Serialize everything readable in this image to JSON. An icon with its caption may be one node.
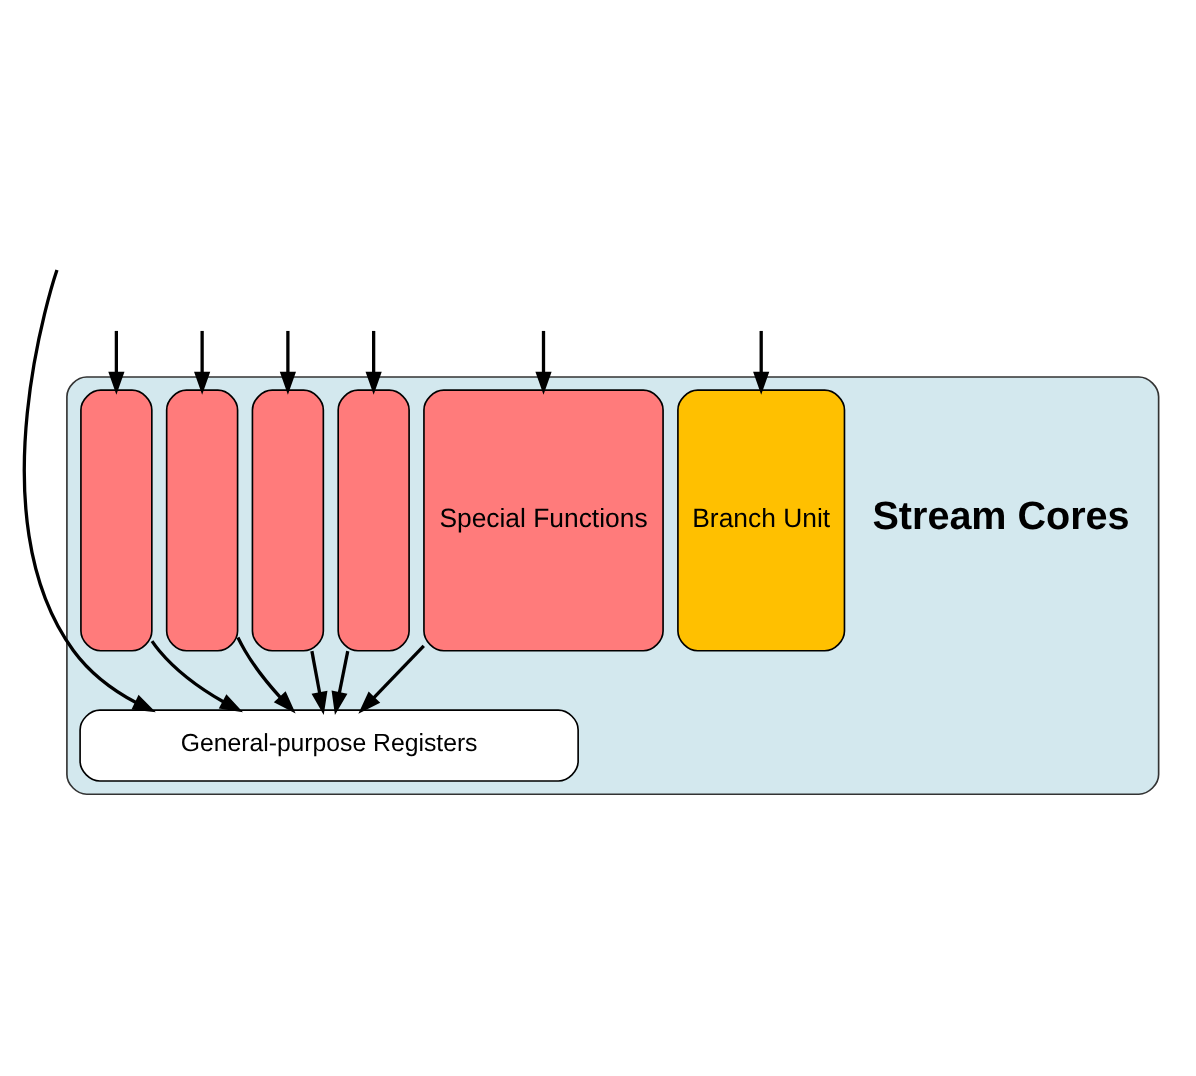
{
  "diagram": {
    "nodes": [
      {
        "text": [],
        "shape": "box"
      },
      {
        "text": [],
        "shape": "box",
        "in": 0
      },
      {
        "text": [],
        "shape": "box",
        "in": 0
      },
      {
        "text": [],
        "shape": "box",
        "in": 0
      },
      {
        "text": [],
        "shape": "box",
        "in": 0
      },
      {
        "text": [
          "Special Functions"
        ],
        "in": 0
      },
      {
        "text": [
          "Branch Unit"
        ],
        "in": 0
      },
      {
        "text": [
          "General-purpose Registers"
        ],
        "in": 0
      }
    ],
    "edges": [
      {
        "from": null,
        "to": 7,
        "arrow": "to"
      },
      {
        "from": null,
        "to": 1,
        "arrow": "to"
      },
      {
        "from": null,
        "to": 2,
        "arrow": "to"
      },
      {
        "from": null,
        "to": 3,
        "arrow": "to"
      },
      {
        "from": null,
        "to": 4,
        "arrow": "to"
      },
      {
        "from": null,
        "to": 5,
        "arrow": "to"
      },
      {
        "from": null,
        "to": 6,
        "arrow": "to"
      },
      {
        "from": 1,
        "to": 7,
        "arrow": "to"
      },
      {
        "from": 2,
        "to": 7,
        "arrow": "to"
      },
      {
        "from": 3,
        "to": 7,
        "arrow": "to"
      },
      {
        "from": 4,
        "to": 7,
        "arrow": "to"
      },
      {
        "from": 5,
        "to": 7,
        "arrow": "to"
      }
    ],
    "labels": [
      "Stream Cores"
    ]
  }
}
